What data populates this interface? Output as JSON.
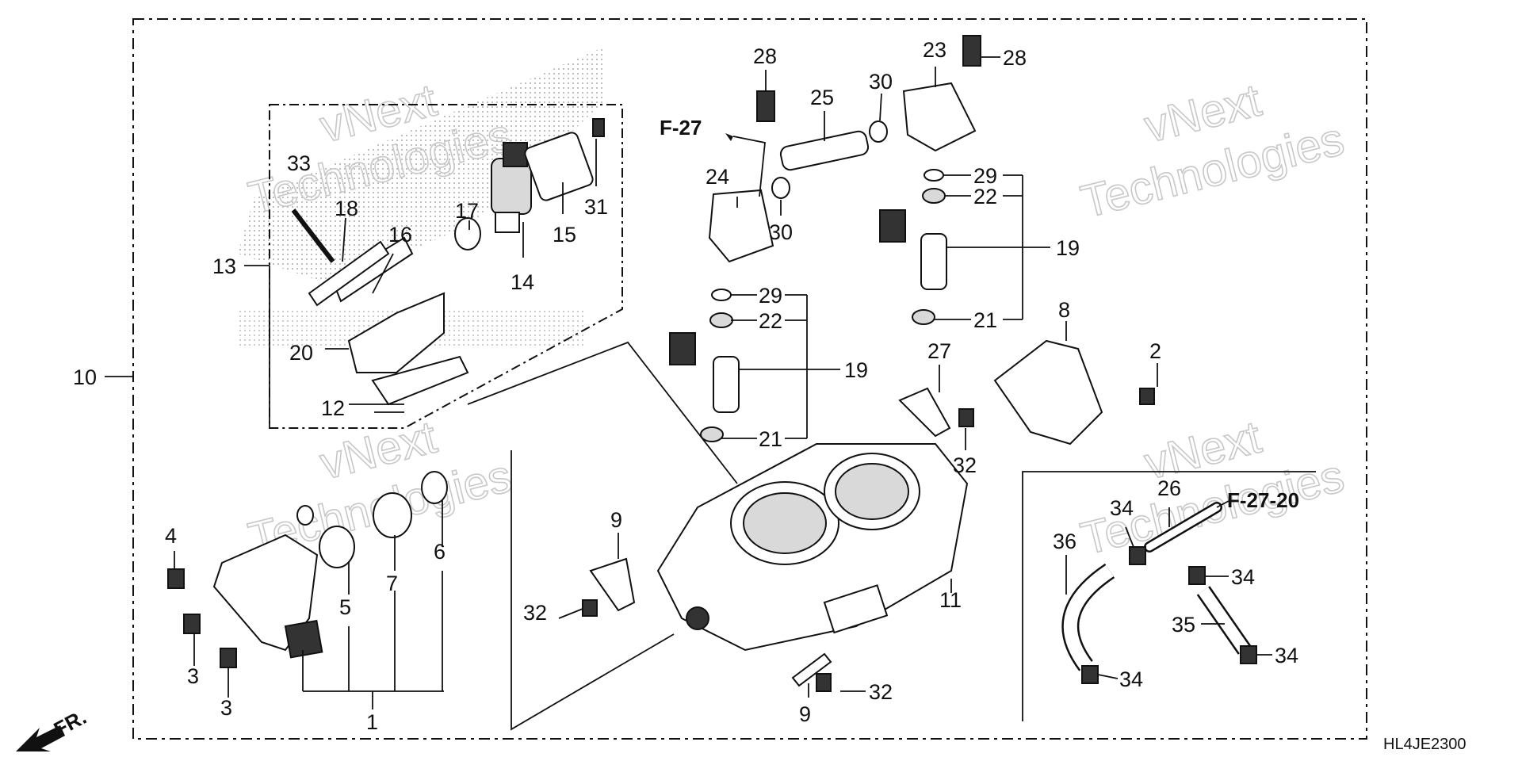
{
  "diagram": {
    "code": "HL4JE2300",
    "direction_label": "FR.",
    "watermark_lines": [
      "vNext",
      "Technologies"
    ],
    "refs": {
      "f27": "F-27",
      "f2720": "F-27-20"
    },
    "callouts": {
      "c1": "1",
      "c2": "2",
      "c3a": "3",
      "c3b": "3",
      "c4": "4",
      "c5": "5",
      "c6": "6",
      "c7": "7",
      "c8": "8",
      "c9a": "9",
      "c9b": "9",
      "c10": "10",
      "c11": "11",
      "c12": "12",
      "c13": "13",
      "c14": "14",
      "c15": "15",
      "c16": "16",
      "c17": "17",
      "c18": "18",
      "c19a": "19",
      "c19b": "19",
      "c20": "20",
      "c21a": "21",
      "c21b": "21",
      "c22a": "22",
      "c22b": "22",
      "c23": "23",
      "c24": "24",
      "c25": "25",
      "c26": "26",
      "c27": "27",
      "c28a": "28",
      "c28b": "28",
      "c29a": "29",
      "c29b": "29",
      "c30a": "30",
      "c30b": "30",
      "c31": "31",
      "c32a": "32",
      "c32b": "32",
      "c32c": "32",
      "c33": "33",
      "c34a": "34",
      "c34b": "34",
      "c34c": "34",
      "c34d": "34",
      "c35": "35",
      "c36": "36"
    }
  }
}
